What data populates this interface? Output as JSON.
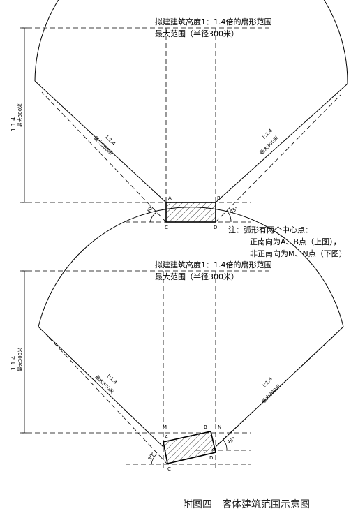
{
  "top": {
    "title_line1": "拟建建筑高度1：1.4倍的扇形范围",
    "title_line2": "最大范围（半径300米）",
    "vertical_ratio": "1:1.4",
    "vertical_max": "最大300米",
    "left_ray_ratio": "1:1.4",
    "left_ray_max": "最大300米",
    "right_ray_ratio": "1:1.4",
    "right_ray_max": "最大300米",
    "angle_left": "30°",
    "angle_right": "45°",
    "point_a": "A",
    "point_b": "B",
    "point_c": "C",
    "point_d": "D"
  },
  "note": {
    "line1": "注：弧形有两个中心点：",
    "line2": "正南向为A、B点（上图），",
    "line3": "非正南向为M、N点（下图）"
  },
  "bottom": {
    "title_line1": "拟建建筑高度1：1.4倍的扇形范围",
    "title_line2": "最大范围（半径300米）",
    "vertical_ratio": "1:1.4",
    "vertical_max": "最大300米",
    "left_ray_ratio": "1:1.4",
    "left_ray_max": "最大300米",
    "right_ray_ratio": "1:1.4",
    "right_ray_max": "最大300米",
    "angle_left": "30°",
    "angle_right": "45°",
    "point_m": "M",
    "point_n": "N",
    "point_a": "A",
    "point_b": "B",
    "point_c": "C",
    "point_d": "D"
  },
  "caption": "附图四　客体建筑范围示意图"
}
